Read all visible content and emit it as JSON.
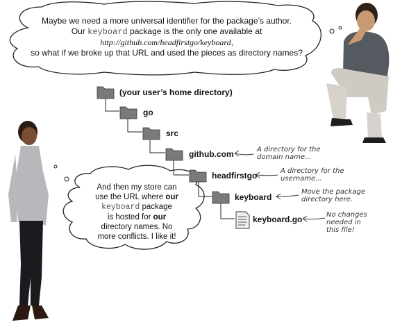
{
  "top_bubble": {
    "line1": "Maybe we need a more universal identifier for the package’s author.",
    "line2_pre": "Our ",
    "line2_code": "keyboard",
    "line2_post": " package is the only one available at",
    "line3_url": "http://github.com/headfirstgo/keyboard",
    "line3_post": ",",
    "line4": "so what if we broke up that URL and used the pieces as directory names?"
  },
  "tree": {
    "home": "(your user’s home directory)",
    "go": "go",
    "src": "src",
    "github": "github.com",
    "headfirstgo": "headfirstgo",
    "keyboard": "keyboard",
    "file": "keyboard.go"
  },
  "notes": {
    "github": [
      "A directory for the",
      "domain name..."
    ],
    "headfirstgo": [
      "A directory for the",
      "username..."
    ],
    "keyboard": [
      "Move the package",
      "directory here."
    ],
    "file": [
      "No changes needed in",
      "this file!"
    ]
  },
  "bottom_bubble": {
    "l1": "And then my store can",
    "l2_pre": "use the URL where ",
    "l2_bold": "our",
    "l3_code": "keyboard",
    "l3_post": " package",
    "l4_pre": "is hosted for ",
    "l4_bold": "our",
    "l5": "directory names. No",
    "l6": "more conflicts. I like it!"
  },
  "icons": {
    "folder_color": "#7a7a7a",
    "file_color": "#8a8a8a"
  }
}
